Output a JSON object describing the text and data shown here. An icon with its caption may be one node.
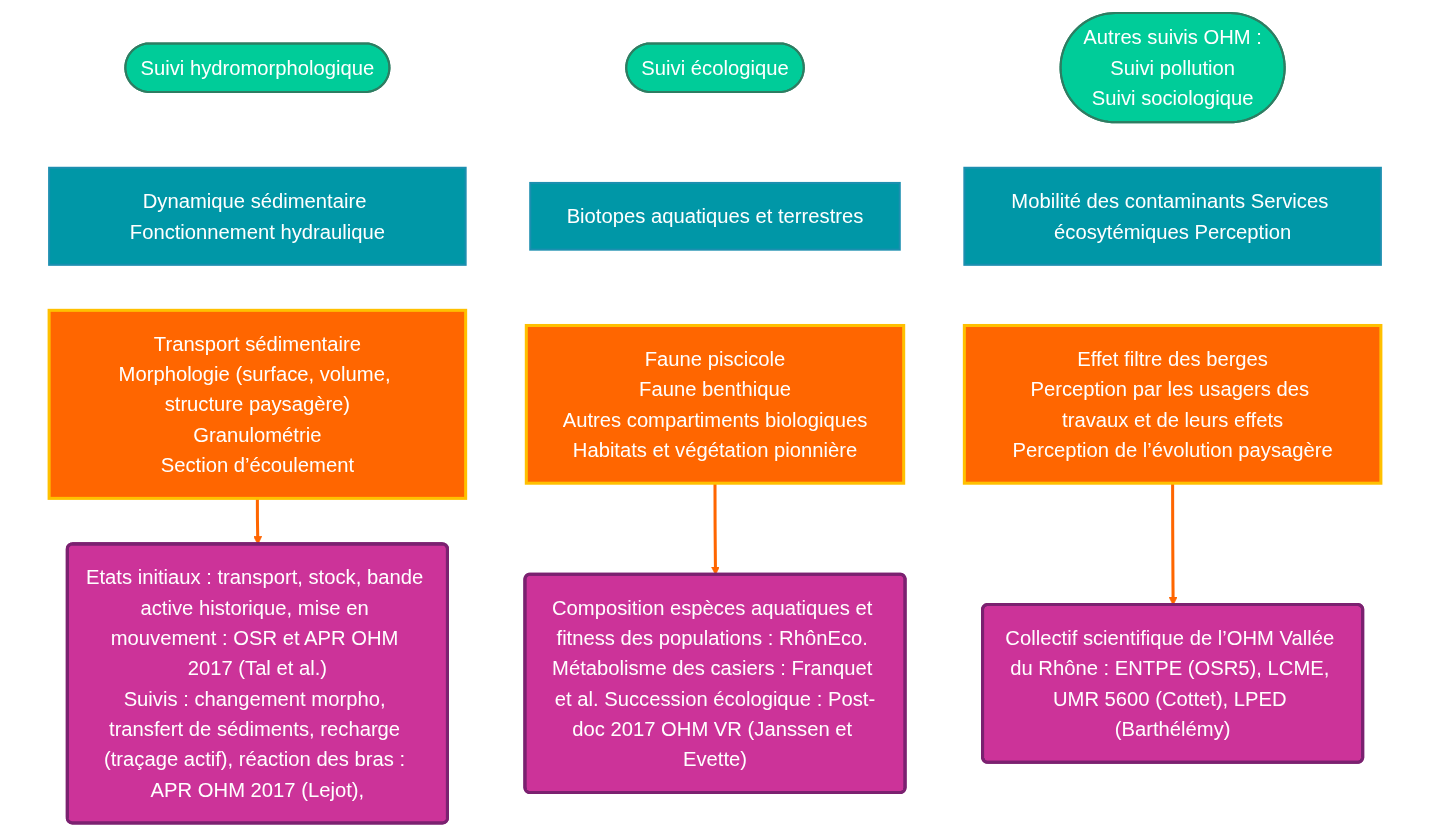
{
  "diagram": {
    "nodes": [
      {
        "text": [
          "Suivi hydromorphologique"
        ]
      },
      {
        "text": [
          "Dynamique sédimentaire Fonctionnement hydraulique"
        ]
      },
      {
        "text": [
          "Transport sédimentaire",
          "Morphologie (surface, volume, structure paysagère)",
          "Granulométrie",
          "Section d’écoulement"
        ]
      },
      {
        "text": [
          "Etats initiaux : transport, stock, bande active historique, mise en mouvement : OSR et APR OHM 2017 (Tal et al.)",
          "Suivis : changement morpho, transfert de sédiments, recharge (traçage actif), réaction des bras : APR OHM 2017 (Lejot),"
        ]
      },
      {
        "text": [
          "Suivi écologique"
        ]
      },
      {
        "text": [
          "Biotopes aquatiques et terrestres"
        ]
      },
      {
        "text": [
          "Faune piscicole",
          "Faune benthique",
          "Autres compartiments biologiques",
          "Habitats et végétation pionnière"
        ]
      },
      {
        "text": [
          "Composition espèces aquatiques et fitness des populations : RhônEco. Métabolisme des casiers : Franquet et al. Succession écologique : Post-doc 2017 OHM VR (Janssen et Evette)"
        ]
      },
      {
        "text": [
          "Autres suivis OHM :",
          "Suivi pollution",
          "Suivi sociologique"
        ]
      },
      {
        "text": [
          "Mobilité des contaminants Services écosytémiques Perception"
        ]
      },
      {
        "text": [
          "Effet filtre des berges",
          "Perception par les usagers des travaux et de leurs effets",
          "Perception de l’évolution paysagère"
        ]
      },
      {
        "text": [
          "Collectif scientifique de l’OHM Vallée du Rhône : ENTPE (OSR5), LCME, UMR 5600 (Cottet), LPED (Barthélémy)"
        ]
      }
    ],
    "edges": [
      {
        "from": 2,
        "to": 3,
        "arrow": "to",
        "color": "#ff6600"
      },
      {
        "from": 6,
        "to": 7,
        "arrow": "to",
        "color": "#ff6600"
      },
      {
        "from": 10,
        "to": 11,
        "arrow": "to",
        "color": "#ff6600"
      }
    ]
  }
}
